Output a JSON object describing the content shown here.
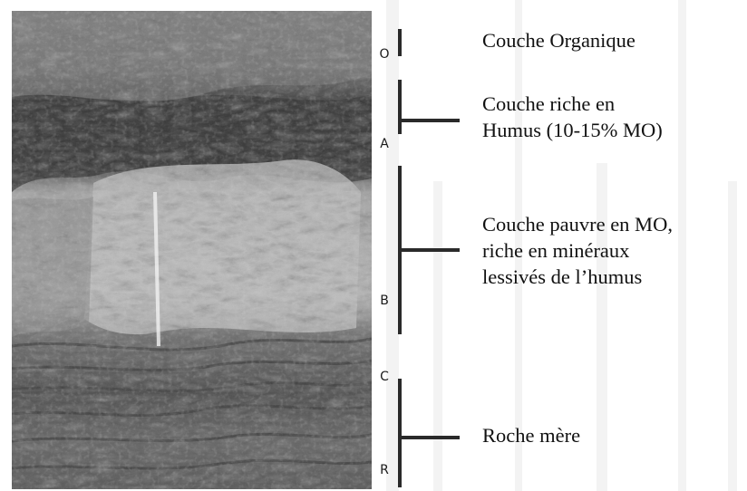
{
  "diagram": {
    "horizons": [
      {
        "letter": "O",
        "description_lines": [
          "Couche Organique"
        ]
      },
      {
        "letter": "A",
        "description_lines": [
          "Couche riche en",
          "Humus (10-15% MO)"
        ]
      },
      {
        "letter": "B",
        "description_lines": [
          "Couche pauvre en MO,",
          "riche en minéraux",
          "lessivés de l’humus"
        ]
      },
      {
        "letter": "C",
        "description_lines": []
      },
      {
        "letter": "R",
        "description_lines": [
          "Roche mère"
        ]
      }
    ],
    "colors": {
      "ink": "#111111",
      "bracket": "#2a2a2a",
      "background": "#ffffff"
    }
  }
}
